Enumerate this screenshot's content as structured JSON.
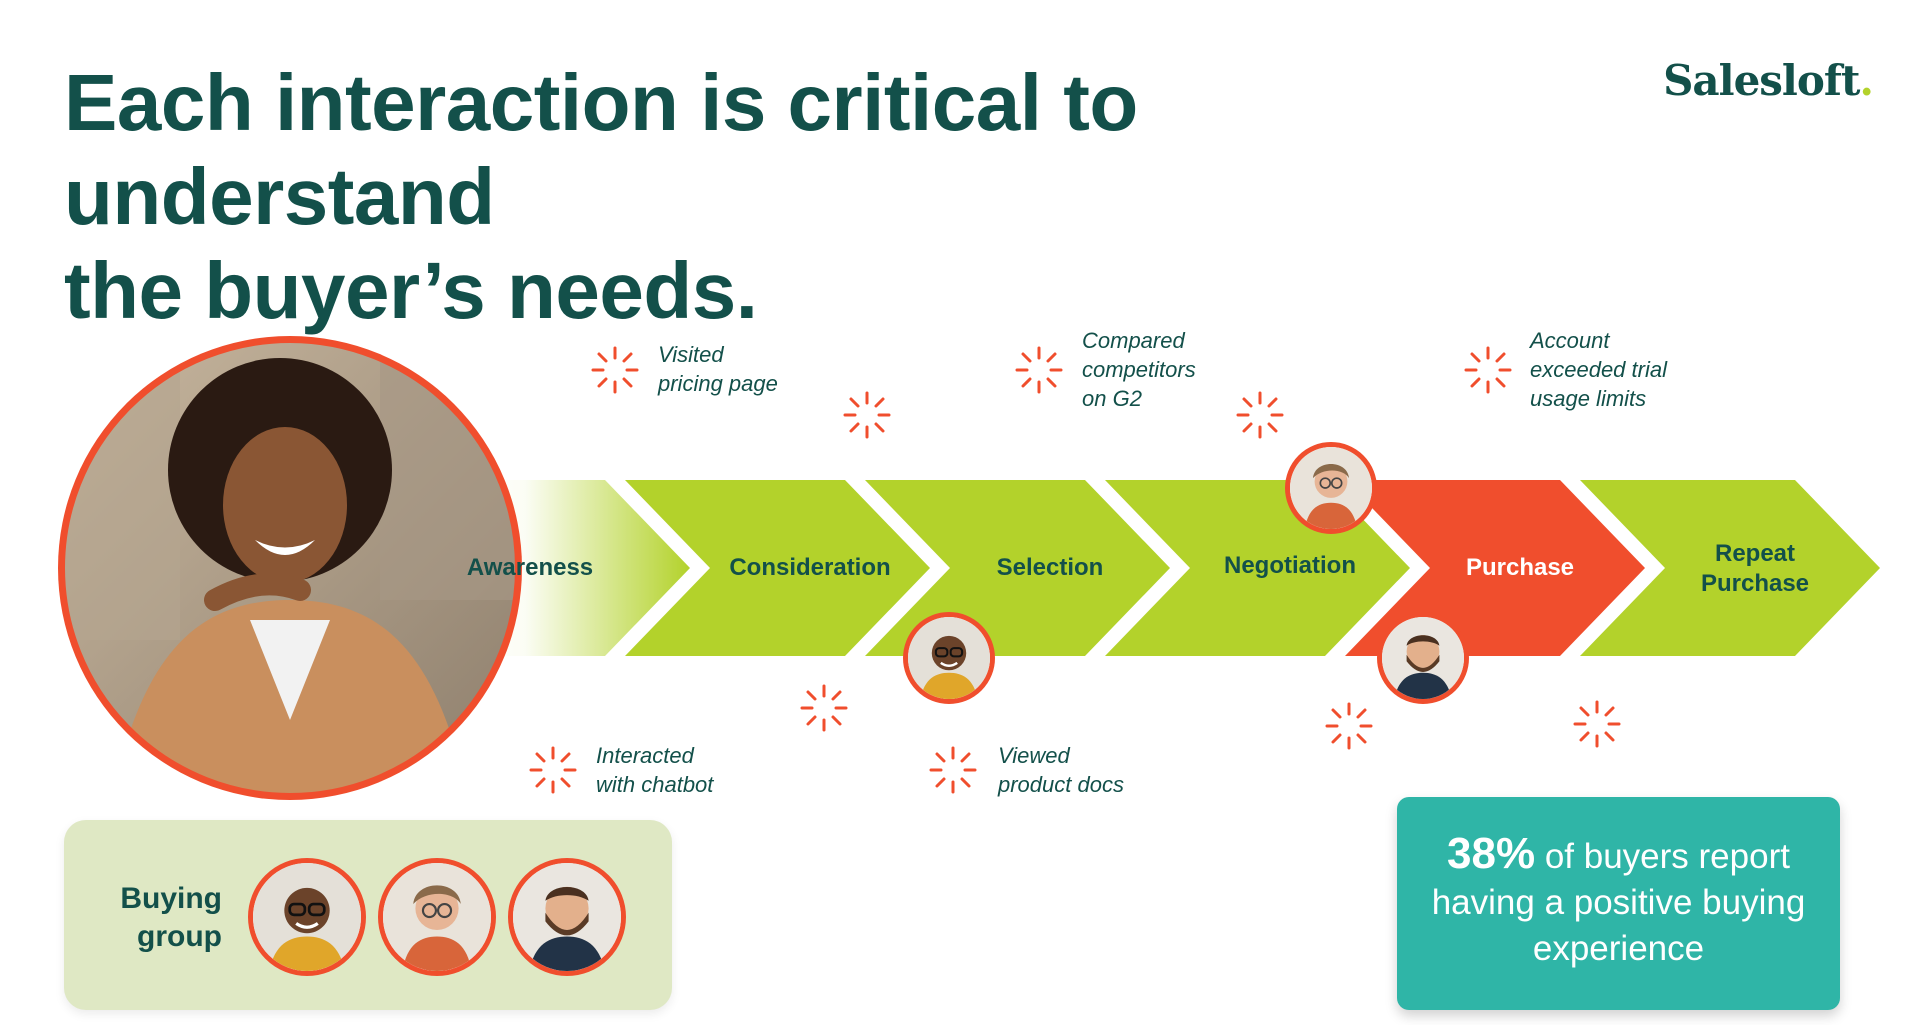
{
  "title": {
    "line1": "Each interaction is critical to understand",
    "line2": "the buyer’s needs."
  },
  "logo": {
    "text": "Salesloft",
    "dot": ".",
    "accent": "#b3d22b"
  },
  "colors": {
    "stage_green": "#b3d22b",
    "active_orange": "#f04e2d",
    "teal": "#2fb5a7",
    "text_dark": "#13504a"
  },
  "stages": [
    {
      "label": "Awareness"
    },
    {
      "label": "Consideration"
    },
    {
      "label": "Selection"
    },
    {
      "label": "Negotiation"
    },
    {
      "label": "Purchase",
      "active": true
    },
    {
      "label": "Repeat\nPurchase"
    }
  ],
  "notes": {
    "pricing": "Visited\npricing page",
    "chatbot": "Interacted\nwith chatbot",
    "competitors": "Compared\ncompetitors\non G2",
    "docs": "Viewed\nproduct docs",
    "trial": "Account\nexceeded trial\nusage limits"
  },
  "buying_group": {
    "label": "Buying\ngroup"
  },
  "stat": {
    "percent": "38%",
    "text": " of buyers report having a positive buying experience"
  }
}
